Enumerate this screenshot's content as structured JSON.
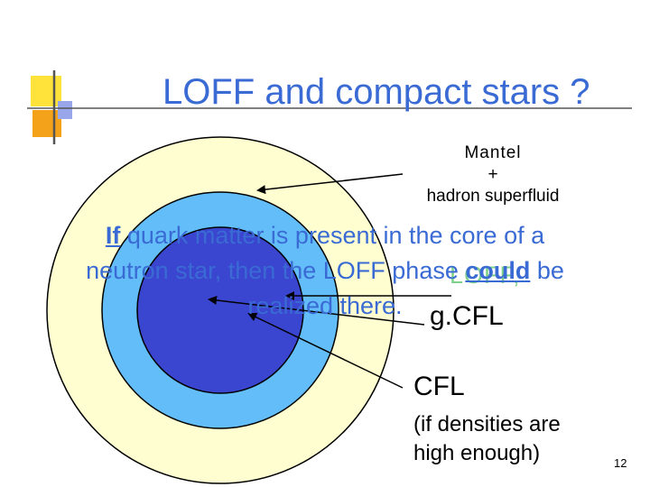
{
  "slide": {
    "title": "LOFF and  compact stars ?",
    "mantel": {
      "line1": "Mantel",
      "line2": "+",
      "line3": "hadron superfluid"
    },
    "overlay": {
      "w_if": "If",
      "text1": " quark matter is present in the core of a",
      "text2_pre": "neutron star, then the LOFF phase ",
      "w_could": "could",
      "text2_post": " be",
      "text3": "realized there."
    },
    "loff_label": "LOFF,",
    "gcfl_label": "g.CFL",
    "cfl_label": "CFL",
    "cfl_note_line1": "(if densities are",
    "cfl_note_line2": "high enough)",
    "page_number": "12"
  },
  "colors": {
    "title_blue": "#3a6ad4",
    "outer_layer": "#fefed0",
    "middle_layer": "#63bdf8",
    "core": "#3a45d0",
    "logo_yellow": "#ffe23a",
    "logo_orange": "#f5a21b",
    "logo_blue": "#9aa6ea"
  }
}
